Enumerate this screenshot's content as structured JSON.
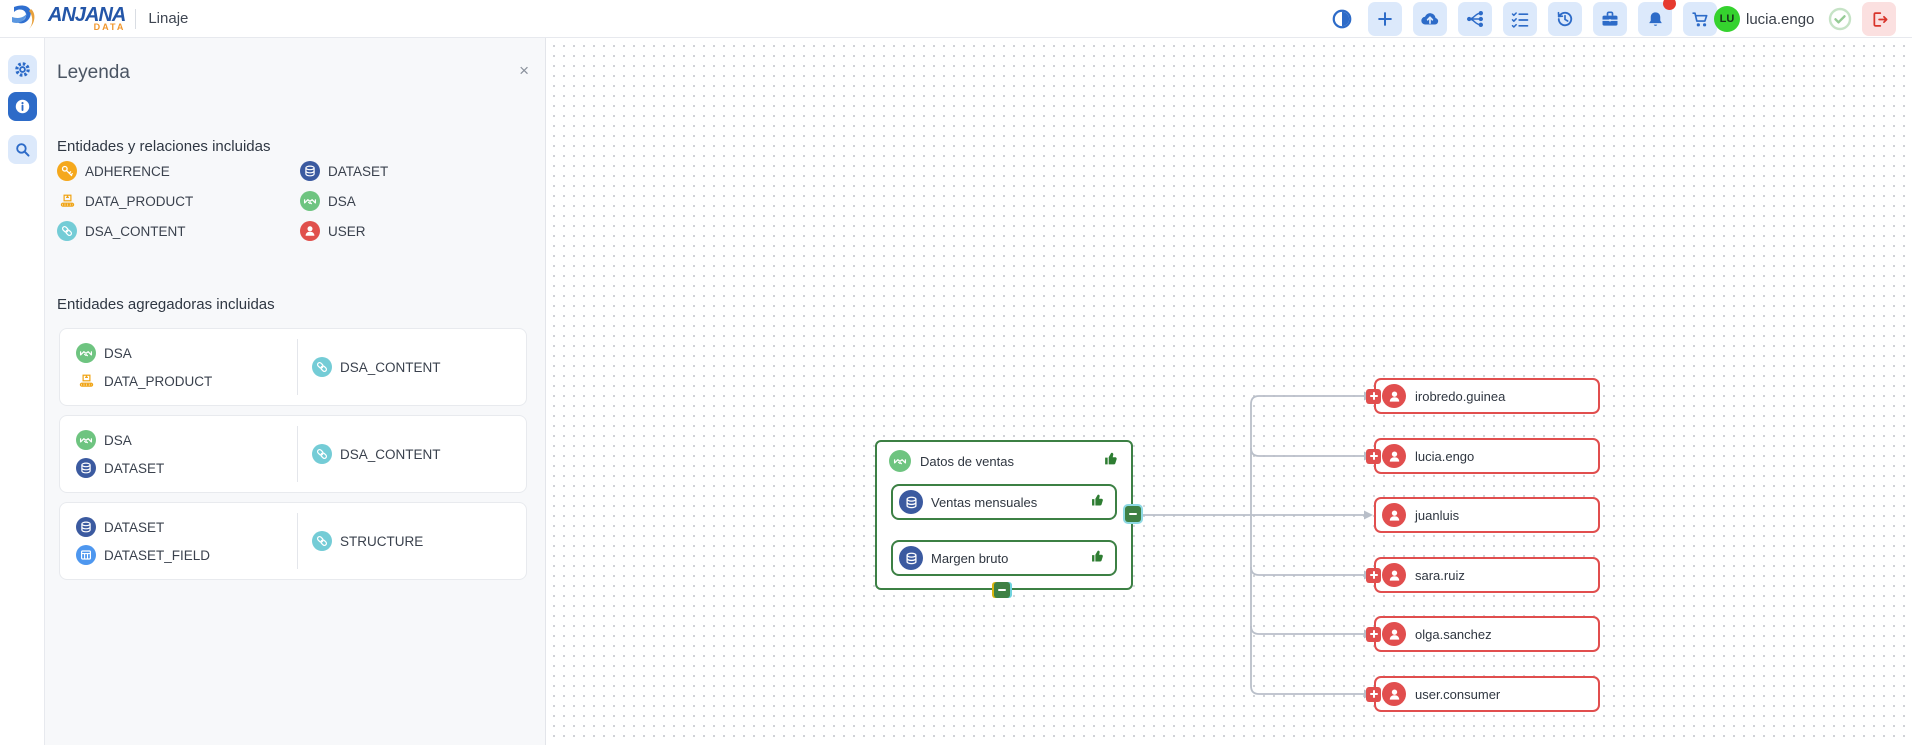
{
  "colors": {
    "accent_blue": "#2d6bc8",
    "toolbar_bg": "#dce9fb",
    "node_green": "#3c8044",
    "node_red": "#e14e4e",
    "avatar_green": "#35d22e",
    "logout_red": "#d9342b",
    "edge_gray": "#b9bfc9",
    "adherence_orange": "#f5a81c",
    "dataset_blue": "#3b5aa0",
    "data_product_orange": "#f0a312",
    "dsa_green": "#6ec480",
    "dsa_content_cyan": "#74ccd6",
    "user_red": "#e0504c",
    "dataset_field_blue": "#4e97ef",
    "notification_dot": "#e63a2e"
  },
  "header": {
    "logo_text": "ANJANA",
    "logo_sub": "DATA",
    "page_title": "Linaje"
  },
  "toolbar": {
    "icons": [
      "contrast",
      "add",
      "cloud-upload",
      "lineage",
      "checklist",
      "history",
      "briefcase",
      "notifications",
      "cart"
    ]
  },
  "user": {
    "initials": "LU",
    "name": "lucia.engo"
  },
  "rail": {
    "icons": [
      "settings",
      "info",
      "search"
    ]
  },
  "legend": {
    "title": "Leyenda",
    "close_label": "×",
    "entities_title": "Entidades y relaciones incluidas",
    "entities": [
      {
        "label": "ADHERENCE",
        "icon": "key-icon",
        "color": "#f5a81c"
      },
      {
        "label": "DATASET",
        "icon": "database-icon",
        "color": "#3b5aa0"
      },
      {
        "label": "DATA_PRODUCT",
        "icon": "conveyor-icon",
        "color": "#f0a312"
      },
      {
        "label": "DSA",
        "icon": "handshake-icon",
        "color": "#6ec480"
      },
      {
        "label": "DSA_CONTENT",
        "icon": "chain-icon",
        "color": "#74ccd6"
      },
      {
        "label": "USER",
        "icon": "user-icon",
        "color": "#e0504c"
      }
    ],
    "aggregators_title": "Entidades agregadoras incluidas",
    "aggregators": [
      {
        "left": [
          {
            "label": "DSA",
            "icon": "handshake-icon"
          },
          {
            "label": "DATA_PRODUCT",
            "icon": "conveyor-icon"
          }
        ],
        "right": {
          "label": "DSA_CONTENT",
          "icon": "chain-icon"
        }
      },
      {
        "left": [
          {
            "label": "DSA",
            "icon": "handshake-icon"
          },
          {
            "label": "DATASET",
            "icon": "database-icon"
          }
        ],
        "right": {
          "label": "DSA_CONTENT",
          "icon": "chain-icon"
        }
      },
      {
        "left": [
          {
            "label": "DATASET",
            "icon": "database-icon"
          },
          {
            "label": "DATASET_FIELD",
            "icon": "table-icon"
          }
        ],
        "right": {
          "label": "STRUCTURE",
          "icon": "chain-icon"
        }
      }
    ]
  },
  "graph": {
    "dsa_group": {
      "title": "Datos de ventas",
      "approved": true
    },
    "datasets": [
      {
        "name": "Ventas mensuales",
        "approved": true
      },
      {
        "name": "Margen bruto",
        "approved": true
      }
    ],
    "users": [
      {
        "name": "irobredo.guinea",
        "expandable": true
      },
      {
        "name": "lucia.engo",
        "expandable": true
      },
      {
        "name": "juanluis",
        "expandable": false
      },
      {
        "name": "sara.ruiz",
        "expandable": true
      },
      {
        "name": "olga.sanchez",
        "expandable": true
      },
      {
        "name": "user.consumer",
        "expandable": true
      }
    ]
  }
}
